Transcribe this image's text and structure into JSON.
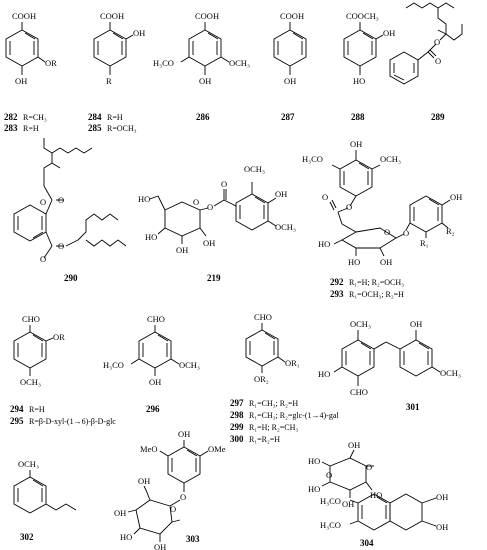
{
  "compounds": [
    {
      "number": "282",
      "caption": "R=CH₃",
      "atoms": {
        "a1": "COOH",
        "a2": "OR",
        "a3": "OH"
      }
    },
    {
      "number": "283",
      "caption": "R=H"
    },
    {
      "number": "284",
      "caption": "R=H",
      "atoms": {
        "a1": "COOH",
        "a2": "OH",
        "a3": "R"
      }
    },
    {
      "number": "285",
      "caption": "R=OCH₃"
    },
    {
      "number": "286",
      "atoms": {
        "a1": "COOH",
        "a2": "H₃CO",
        "a3": "OCH₃",
        "a4": "OH"
      }
    },
    {
      "number": "287",
      "atoms": {
        "a1": "COOH",
        "a2": "OH"
      }
    },
    {
      "number": "288",
      "atoms": {
        "a1": "COOCH₃",
        "a2": "OH",
        "a3": "HO"
      }
    },
    {
      "number": "289",
      "atoms": {
        "a1": "O",
        "a2": "O"
      }
    },
    {
      "number": "290",
      "atoms": {
        "a1": "O",
        "a2": "O",
        "a3": "O",
        "a4": "O"
      }
    },
    {
      "number": "219",
      "atoms": {
        "a1": "OCH₃",
        "a2": "OH",
        "a3": "OCH₃",
        "a4": "HO",
        "a5": "HO",
        "a6": "OH",
        "a7": "OH",
        "a8": "O",
        "a9": "O",
        "a10": "O"
      }
    },
    {
      "number": "292",
      "caption": "R₁=H; R₂=OCH₃",
      "atoms": {
        "a1": "OH",
        "a2": "H₃CO",
        "a3": "OCH₃",
        "a4": "OH",
        "a5": "R₂",
        "a6": "R₁",
        "a7": "HO",
        "a8": "HO",
        "a9": "OH",
        "a10": "O",
        "a11": "O",
        "a12": "O",
        "a13": "O"
      }
    },
    {
      "number": "293",
      "caption": "R₁=OCH₃; R₂=H"
    },
    {
      "number": "294",
      "caption": "R=H",
      "atoms": {
        "a1": "CHO",
        "a2": "OR",
        "a3": "OCH₃"
      }
    },
    {
      "number": "295",
      "caption": "R=β-D-xyl-(1→6)-β-D-glc"
    },
    {
      "number": "296",
      "atoms": {
        "a1": "CHO",
        "a2": "H₃CO",
        "a3": "OCH₃",
        "a4": "OH"
      }
    },
    {
      "number": "297",
      "caption": "R₁=CH₃; R₂=H",
      "atoms": {
        "a1": "CHO",
        "a2": "OR₁",
        "a3": "OR₂"
      }
    },
    {
      "number": "298",
      "caption": "R₁=CH₃; R₂=glc-(1→4)-gal"
    },
    {
      "number": "299",
      "caption": "R₁=H; R₂=CH₃"
    },
    {
      "number": "300",
      "caption": "R₁=R₂=H"
    },
    {
      "number": "301",
      "atoms": {
        "a1": "OCH₃",
        "a2": "OH",
        "a3": "HO",
        "a4": "CHO",
        "a5": "OCH₃"
      }
    },
    {
      "number": "302",
      "atoms": {
        "a1": "OCH₃"
      }
    },
    {
      "number": "303",
      "atoms": {
        "a1": "OH",
        "a2": "MeO",
        "a3": "OMe",
        "a4": "OH",
        "a5": "OH",
        "a6": "HO",
        "a7": "OH",
        "a8": "O",
        "a9": "O"
      }
    },
    {
      "number": "304",
      "atoms": {
        "a1": "OH",
        "a2": "HO",
        "a3": "HO",
        "a4": "OH",
        "a5": "HO",
        "a6": "H₃CO",
        "a7": "H₃CO",
        "a8": "OH",
        "a9": "OH",
        "a10": "O",
        "a11": "O"
      }
    }
  ]
}
